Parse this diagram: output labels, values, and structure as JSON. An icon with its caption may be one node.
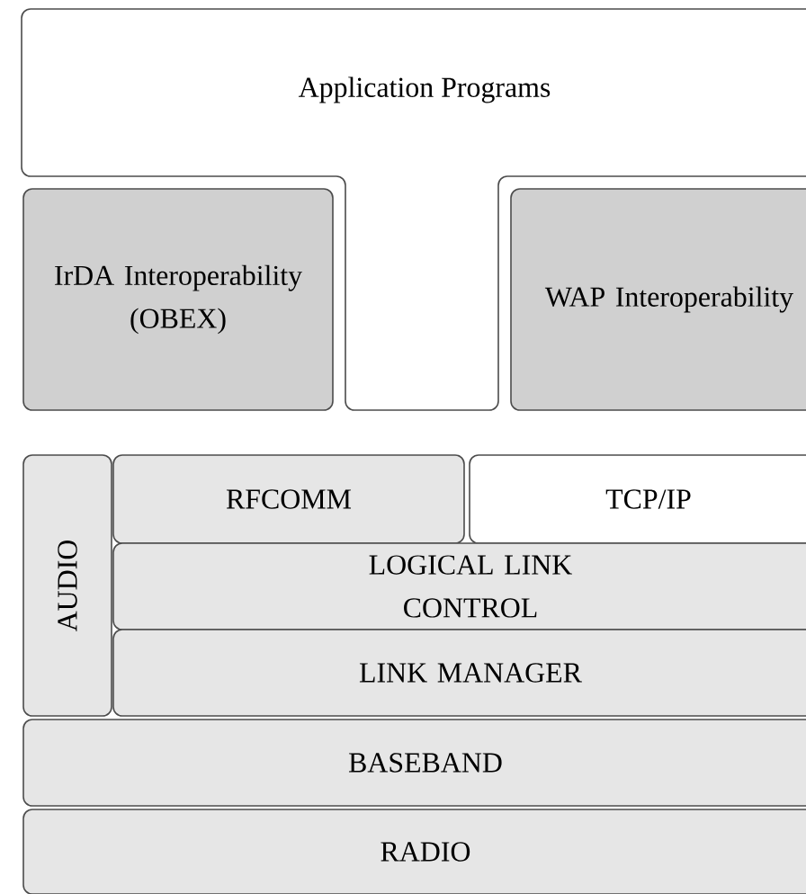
{
  "diagram": {
    "nodes": [
      {
        "text": [
          "Application Programs"
        ]
      },
      {
        "text": [
          "IrDA Interoperability (OBEX)"
        ]
      },
      {
        "text": [
          "WAP Interoperability"
        ]
      },
      {
        "text": [
          "AUDIO"
        ]
      },
      {
        "text": [
          "RFCOMM"
        ]
      },
      {
        "text": [
          "TCP/IP"
        ]
      },
      {
        "text": [
          "LOGICAL LINK CONTROL"
        ]
      },
      {
        "text": [
          "LINK MANAGER"
        ]
      },
      {
        "text": [
          "BASEBAND"
        ]
      },
      {
        "text": [
          "RADIO"
        ]
      }
    ]
  }
}
